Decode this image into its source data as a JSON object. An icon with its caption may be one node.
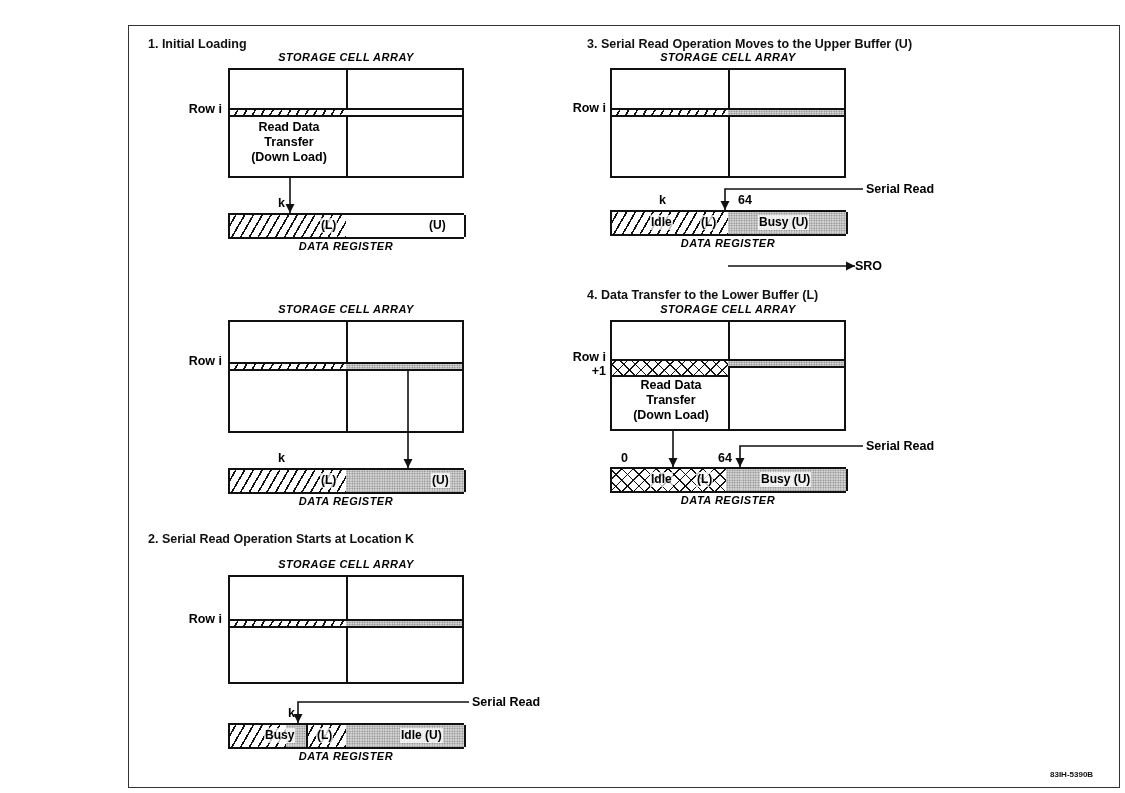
{
  "diagram": {
    "nodes": [
      {
        "text": [
          "STORAGE CELL ARRAY",
          "Read Data Transfer (Down Load)"
        ],
        "beside": [
          "Row i"
        ]
      },
      {
        "text": [
          "(L)",
          "(U)",
          "DATA REGISTER"
        ],
        "beside": [
          "k"
        ]
      },
      {
        "text": [
          "STORAGE CELL ARRAY"
        ],
        "beside": [
          "Row i"
        ]
      },
      {
        "text": [
          "(L)",
          "(U)",
          "DATA REGISTER"
        ],
        "beside": [
          "k"
        ]
      },
      {
        "text": [
          "STORAGE CELL ARRAY"
        ],
        "beside": [
          "Row i"
        ]
      },
      {
        "text": [
          "Busy",
          "(L)",
          "Idle (U)",
          "DATA REGISTER"
        ],
        "beside": [
          "k"
        ]
      },
      {
        "text": [
          "Serial Read"
        ]
      },
      {
        "text": [
          "STORAGE CELL ARRAY"
        ],
        "beside": [
          "Row i"
        ]
      },
      {
        "text": [
          "Idle",
          "(L)",
          "Busy (U)",
          "DATA REGISTER"
        ],
        "beside": [
          "k",
          "64"
        ]
      },
      {
        "text": [
          "Serial Read"
        ]
      },
      {
        "text": [
          "SRO"
        ]
      },
      {
        "text": [
          "STORAGE CELL ARRAY",
          "Read Data Transfer (Down Load)"
        ],
        "beside": [
          "Row i +1"
        ]
      },
      {
        "text": [
          "Idle",
          "(L)",
          "Busy (U)",
          "DATA REGISTER"
        ],
        "beside": [
          "0",
          "64"
        ]
      },
      {
        "text": [
          "Serial Read"
        ]
      }
    ],
    "edges": [
      {
        "from": 0,
        "to": 1,
        "arrow": "to"
      },
      {
        "from": 2,
        "to": 3,
        "arrow": "to"
      },
      {
        "from": 6,
        "to": 5,
        "arrow": "to"
      },
      {
        "from": 9,
        "to": 8,
        "arrow": "to"
      },
      {
        "from": null,
        "to": 10,
        "arrow": "to"
      },
      {
        "from": 11,
        "to": 12,
        "arrow": "to"
      },
      {
        "from": 13,
        "to": 12,
        "arrow": "to"
      }
    ],
    "labels": [
      "1. Initial Loading",
      "3. Serial Read Operation Moves to the Upper Buffer (U)",
      "4. Data Transfer to the Lower Buffer (L)",
      "2. Serial Read Operation Starts at Location K",
      "83IH-5390B"
    ]
  }
}
